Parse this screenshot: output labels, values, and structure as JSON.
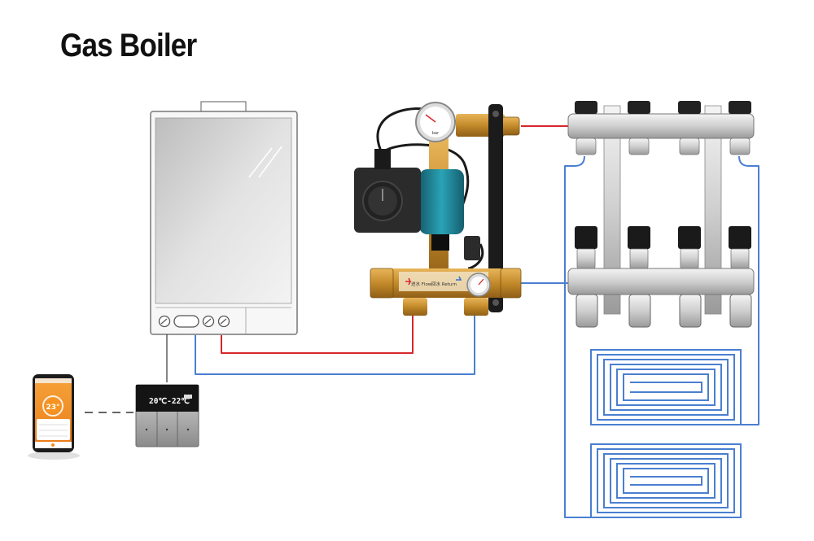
{
  "title": "Gas Boiler",
  "phone": {
    "temperature": "23°"
  },
  "thermostat": {
    "display": "20℃-22℃"
  },
  "mixing_unit": {
    "supply_label": "进水 Flow",
    "return_label": "回水 Return"
  },
  "colors": {
    "supply_pipe": "#d7262b",
    "return_pipe": "#4a7fd0",
    "pump_body": "#1f7f92",
    "brass": "#c9932f",
    "phone_accent": "#f28a1e"
  },
  "icons": [
    "smartphone-icon",
    "thermostat-icon",
    "gas-boiler-icon",
    "pump-icon",
    "pressure-gauge-icon",
    "manifold-icon"
  ]
}
